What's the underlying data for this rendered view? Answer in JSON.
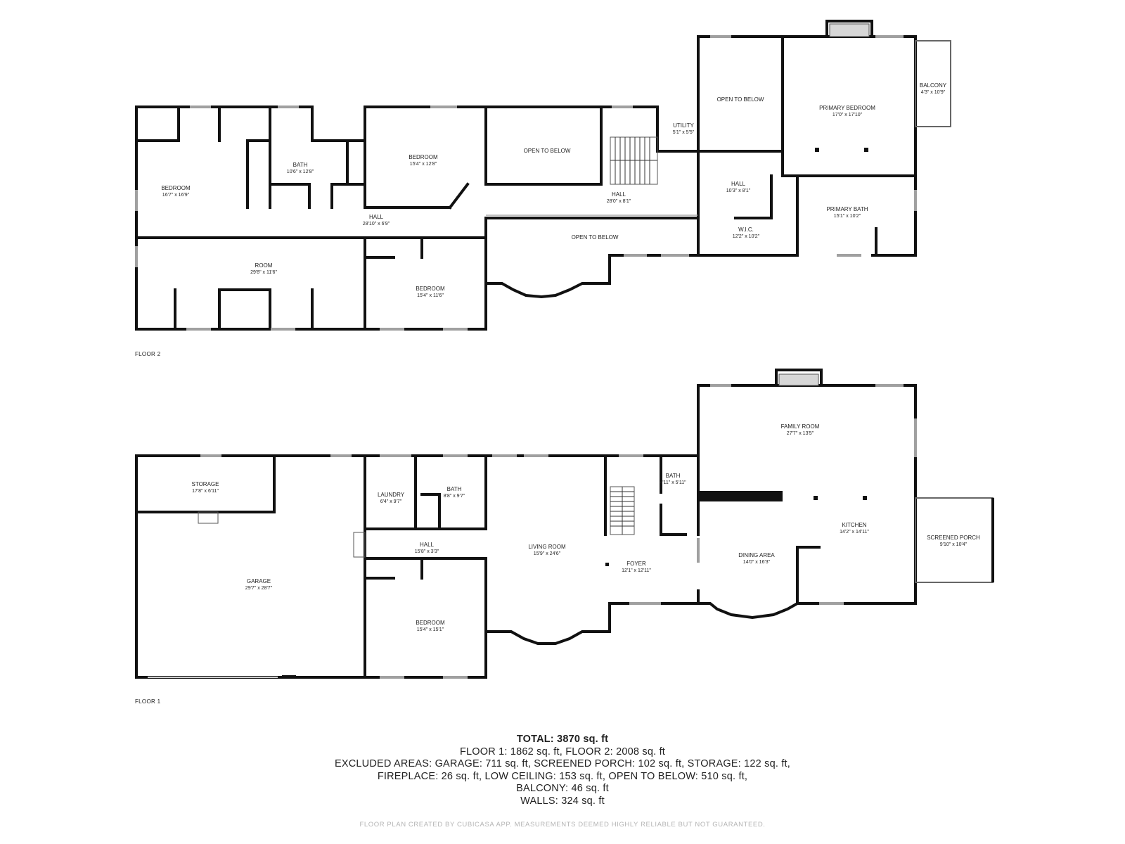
{
  "floors": [
    {
      "title": "FLOOR 2",
      "rooms": [
        {
          "name": "BEDROOM",
          "dim": "16'7\" x 16'9\""
        },
        {
          "name": "BATH",
          "dim": "10'6\" x 12'8\""
        },
        {
          "name": "BEDROOM",
          "dim": "15'4\" x 12'8\""
        },
        {
          "name": "OPEN TO BELOW",
          "dim": ""
        },
        {
          "name": "UTILITY",
          "dim": "5'1\" x 5'5\""
        },
        {
          "name": "OPEN TO BELOW",
          "dim": ""
        },
        {
          "name": "PRIMARY BEDROOM",
          "dim": "17'0\" x 17'10\""
        },
        {
          "name": "BALCONY",
          "dim": "4'3\" x 10'9\""
        },
        {
          "name": "HALL",
          "dim": "28'10\" x 6'9\""
        },
        {
          "name": "HALL",
          "dim": "28'0\" x 8'1\""
        },
        {
          "name": "HALL",
          "dim": "10'3\" x 8'1\""
        },
        {
          "name": "PRIMARY BATH",
          "dim": "15'1\" x 10'2\""
        },
        {
          "name": "W.I.C.",
          "dim": "12'2\" x 10'2\""
        },
        {
          "name": "OPEN TO BELOW",
          "dim": ""
        },
        {
          "name": "ROOM",
          "dim": "29'8\" x 11'6\""
        },
        {
          "name": "BEDROOM",
          "dim": "15'4\" x 11'6\""
        }
      ]
    },
    {
      "title": "FLOOR 1",
      "rooms": [
        {
          "name": "STORAGE",
          "dim": "17'8\" x 6'11\""
        },
        {
          "name": "LAUNDRY",
          "dim": "6'4\" x 9'7\""
        },
        {
          "name": "BATH",
          "dim": "8'8\" x 9'7\""
        },
        {
          "name": "BATH",
          "dim": "4'11\" x 5'11\""
        },
        {
          "name": "FAMILY ROOM",
          "dim": "27'7\" x 13'5\""
        },
        {
          "name": "HALL",
          "dim": "15'8\" x 3'3\""
        },
        {
          "name": "LIVING ROOM",
          "dim": "15'9\" x 24'6\""
        },
        {
          "name": "FOYER",
          "dim": "12'1\" x 12'11\""
        },
        {
          "name": "DINING AREA",
          "dim": "14'0\" x 16'3\""
        },
        {
          "name": "KITCHEN",
          "dim": "14'2\" x 14'11\""
        },
        {
          "name": "SCREENED PORCH",
          "dim": "9'10\" x 10'4\""
        },
        {
          "name": "GARAGE",
          "dim": "29'7\" x 28'7\""
        },
        {
          "name": "BEDROOM",
          "dim": "15'4\" x 15'1\""
        }
      ]
    }
  ],
  "summary": {
    "total": "TOTAL: 3870 sq. ft",
    "line1": "FLOOR 1: 1862 sq. ft, FLOOR 2: 2008 sq. ft",
    "line2": "EXCLUDED AREAS: GARAGE: 711 sq. ft, SCREENED PORCH: 102 sq. ft, STORAGE: 122 sq. ft,",
    "line3": "FIREPLACE: 26 sq. ft, LOW CEILING: 153 sq. ft, OPEN TO BELOW: 510 sq. ft,",
    "line4": "BALCONY: 46 sq. ft",
    "line5": "WALLS: 324 sq. ft"
  },
  "footer_note": "FLOOR PLAN CREATED BY CUBICASA APP. MEASUREMENTS DEEMED HIGHLY RELIABLE BUT NOT GUARANTEED.",
  "colors": {
    "wall": "#111111",
    "window": "#9a9a9a",
    "text": "#222222",
    "note": "#b4b4b4"
  }
}
